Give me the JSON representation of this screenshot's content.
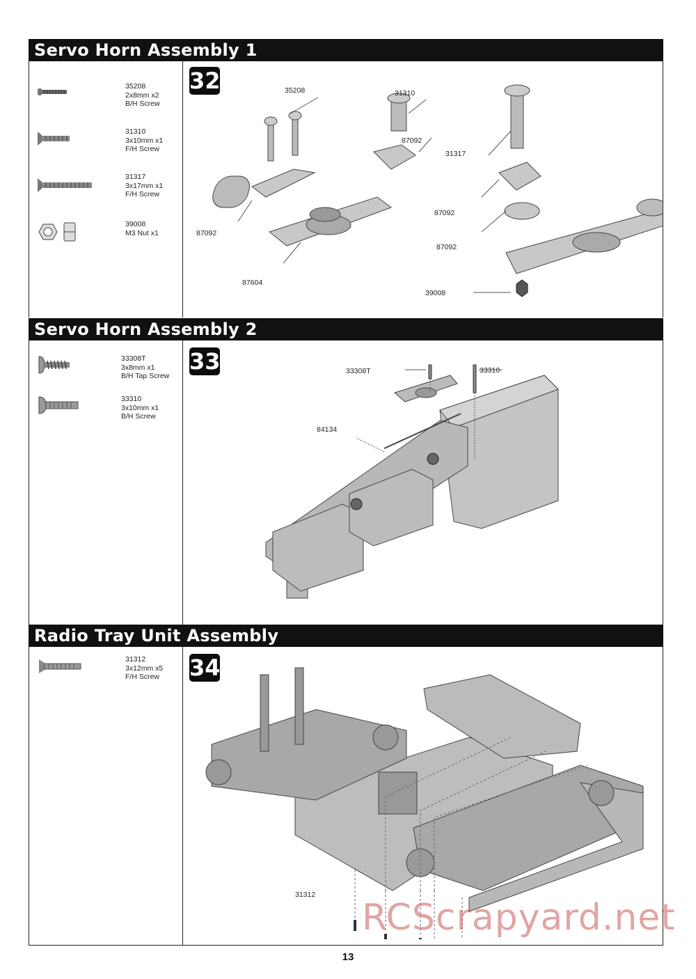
{
  "sections": [
    {
      "title": "Servo Horn Assembly 1",
      "step": "32",
      "parts": [
        {
          "code": "35208",
          "size": "2x8mm x2",
          "type": "B/H Screw",
          "icon": "bh-screw-icon"
        },
        {
          "code": "31310",
          "size": "3x10mm x1",
          "type": "F/H Screw",
          "icon": "fh-screw-icon"
        },
        {
          "code": "31317",
          "size": "3x17mm x1",
          "type": "F/H Screw",
          "icon": "fh-screw-long-icon"
        },
        {
          "code": "39008",
          "size": "M3 Nut x1",
          "type": "",
          "icon": "nut-icon"
        }
      ],
      "callouts": [
        "35208",
        "31310",
        "87092",
        "31317",
        "87092",
        "87092",
        "87092",
        "87604",
        "39008"
      ]
    },
    {
      "title": "Servo Horn Assembly 2",
      "step": "33",
      "parts": [
        {
          "code": "33308T",
          "size": "3x8mm x1",
          "type": "B/H Tap Screw",
          "icon": "tap-screw-icon"
        },
        {
          "code": "33310",
          "size": "3x10mm x1",
          "type": "B/H Screw",
          "icon": "bh-screw-icon"
        }
      ],
      "callouts": [
        "33308T",
        "33310",
        "84134"
      ]
    },
    {
      "title": "Radio Tray Unit Assembly",
      "step": "34",
      "parts": [
        {
          "code": "31312",
          "size": "3x12mm x5",
          "type": "F/H Screw",
          "icon": "fh-screw-icon"
        }
      ],
      "callouts": [
        "31312"
      ]
    }
  ],
  "page_number": "13",
  "watermark": "RCScrapyard.net"
}
